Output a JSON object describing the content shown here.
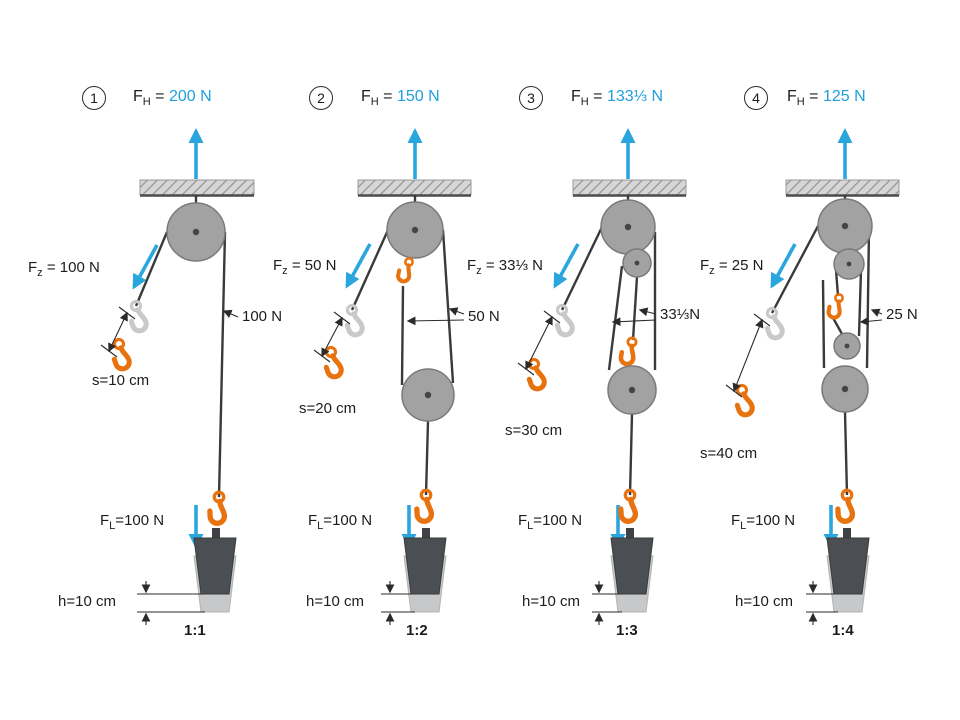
{
  "shared": {
    "f": "F",
    "sub_h": "H",
    "sub_z": "z",
    "sub_l": "L",
    "eq": " = ",
    "eq_tight": "="
  },
  "colors": {
    "accent_blue": "#2aa6de",
    "value_blue": "#1f9fdd",
    "hook_orange": "#e8720e",
    "pulley_gray": "#a2a2a2"
  },
  "panels": [
    {
      "number": "1",
      "fh_value": "200 N",
      "fz_value": "100 N",
      "rope_label": "100 N",
      "s_label": "s=10 cm",
      "fl_value": "100 N",
      "h_label": "h=10 cm",
      "ratio": "1:1"
    },
    {
      "number": "2",
      "fh_value": "150 N",
      "fz_value": "50 N",
      "rope_label": "50 N",
      "s_label": "s=20 cm",
      "fl_value": "100 N",
      "h_label": "h=10 cm",
      "ratio": "1:2"
    },
    {
      "number": "3",
      "fh_value": "133⅓ N",
      "fz_value": "33⅓ N",
      "rope_label": "33⅓N",
      "s_label": "s=30 cm",
      "fl_value": "100 N",
      "h_label": "h=10 cm",
      "ratio": "1:3"
    },
    {
      "number": "4",
      "fh_value": "125 N",
      "fz_value": "25 N",
      "rope_label": "25 N",
      "s_label": "s=40 cm",
      "fl_value": "100 N",
      "h_label": "h=10 cm",
      "ratio": "1:4"
    }
  ]
}
